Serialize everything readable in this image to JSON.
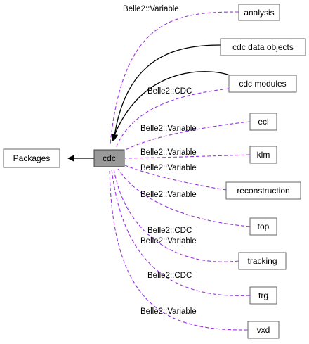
{
  "colors": {
    "dashed_edge": "#9a32e6",
    "solid_edge": "#000000",
    "focus_fill": "#999999"
  },
  "nodes": {
    "packages": "Packages",
    "cdc": "cdc",
    "analysis": "analysis",
    "cdc_data_objects": "cdc data objects",
    "cdc_modules": "cdc modules",
    "ecl": "ecl",
    "klm": "klm",
    "reconstruction": "reconstruction",
    "top": "top",
    "tracking": "tracking",
    "trg": "trg",
    "vxd": "vxd"
  },
  "edge_labels": {
    "analysis": "Belle2::Variable",
    "cdc_modules": "Belle2::CDC",
    "ecl": "Belle2::Variable",
    "klm": "Belle2::Variable",
    "reconstruction": "Belle2::Variable",
    "top": "Belle2::Variable",
    "tracking_1": "Belle2::CDC",
    "tracking_2": "Belle2::Variable",
    "trg": "Belle2::CDC",
    "vxd": "Belle2::Variable"
  }
}
